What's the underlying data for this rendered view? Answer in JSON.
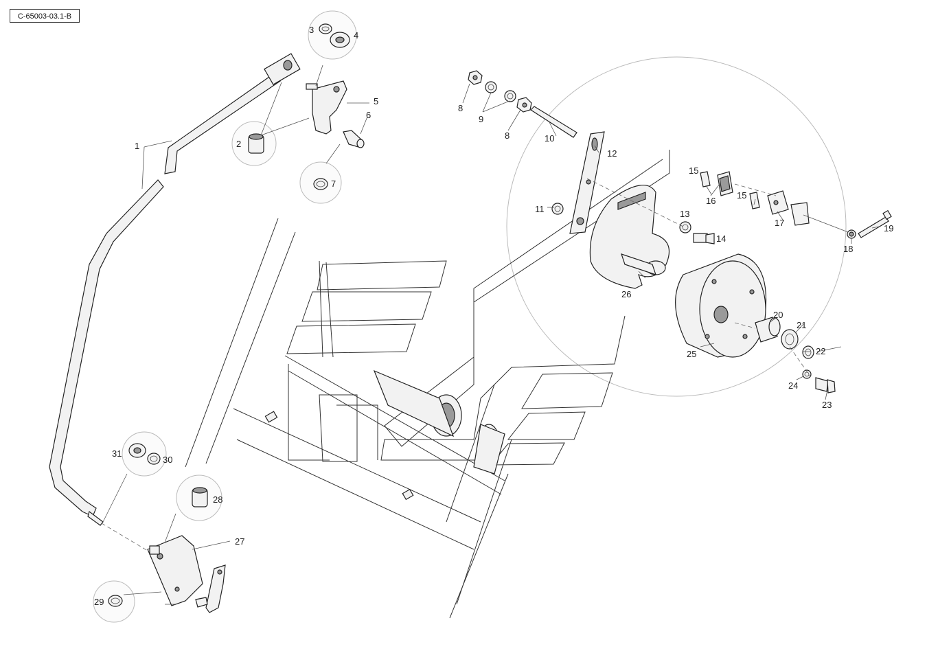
{
  "reference_code": "C-65003-03.1-B",
  "labels": [
    {
      "id": "1",
      "text": "1"
    },
    {
      "id": "2",
      "text": "2"
    },
    {
      "id": "3",
      "text": "3"
    },
    {
      "id": "4",
      "text": "4"
    },
    {
      "id": "5",
      "text": "5"
    },
    {
      "id": "6",
      "text": "6"
    },
    {
      "id": "7",
      "text": "7"
    },
    {
      "id": "8a",
      "text": "8"
    },
    {
      "id": "9",
      "text": "9"
    },
    {
      "id": "8b",
      "text": "8"
    },
    {
      "id": "10",
      "text": "10"
    },
    {
      "id": "11",
      "text": "11"
    },
    {
      "id": "12",
      "text": "12"
    },
    {
      "id": "13",
      "text": "13"
    },
    {
      "id": "14",
      "text": "14"
    },
    {
      "id": "15a",
      "text": "15"
    },
    {
      "id": "16",
      "text": "16"
    },
    {
      "id": "15b",
      "text": "15"
    },
    {
      "id": "17",
      "text": "17"
    },
    {
      "id": "18",
      "text": "18"
    },
    {
      "id": "19",
      "text": "19"
    },
    {
      "id": "20",
      "text": "20"
    },
    {
      "id": "21",
      "text": "21"
    },
    {
      "id": "22",
      "text": "22"
    },
    {
      "id": "23",
      "text": "23"
    },
    {
      "id": "24",
      "text": "24"
    },
    {
      "id": "25",
      "text": "25"
    },
    {
      "id": "26",
      "text": "26"
    },
    {
      "id": "27",
      "text": "27"
    },
    {
      "id": "28",
      "text": "28"
    },
    {
      "id": "29",
      "text": "29"
    },
    {
      "id": "30",
      "text": "30"
    },
    {
      "id": "31",
      "text": "31"
    }
  ]
}
